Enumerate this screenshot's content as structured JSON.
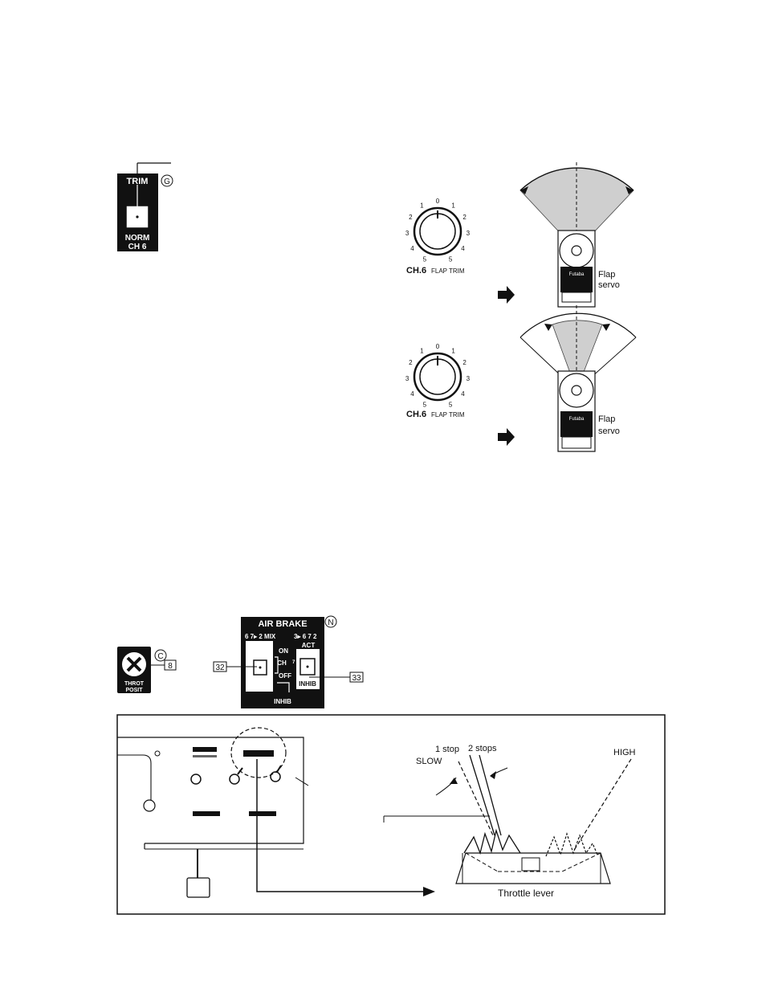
{
  "trim_switch": {
    "top_label": "TRIM",
    "bottom_label_1": "NORM",
    "bottom_label_2": "CH 6",
    "callout_letter": "G"
  },
  "flap_trim_upper": {
    "channel": "CH.6",
    "name": "FLAP TRIM",
    "scale": [
      "5",
      "4",
      "3",
      "2",
      "1",
      "0",
      "1",
      "2",
      "3",
      "4",
      "5"
    ],
    "servo_label_1": "Flap",
    "servo_label_2": "servo"
  },
  "flap_trim_lower": {
    "channel": "CH.6",
    "name": "FLAP TRIM",
    "scale": [
      "5",
      "4",
      "3",
      "2",
      "1",
      "0",
      "1",
      "2",
      "3",
      "4",
      "5"
    ],
    "servo_label_1": "Flap",
    "servo_label_2": "servo"
  },
  "throttle_position": {
    "callout_letter": "C",
    "label_1": "THROT",
    "label_2": "POSIT",
    "ref_number": "8"
  },
  "air_brake": {
    "title": "AIR BRAKE",
    "callout_letter": "N",
    "mix_label": "6 7▸ 2 MIX",
    "right_label": "3▸ 6 7 2",
    "act_label": "ACT",
    "on_label": "ON",
    "ch_label": "CH",
    "ch_num": "7",
    "off_label": "OFF",
    "inhib_left": "INHIB",
    "inhib_right": "INHIB",
    "ref_left": "32",
    "ref_right": "33"
  },
  "throttle_diagram": {
    "one_stop": "1 stop",
    "two_stops": "2 stops",
    "slow": "SLOW",
    "high": "HIGH",
    "lever_label": "Throttle lever"
  }
}
